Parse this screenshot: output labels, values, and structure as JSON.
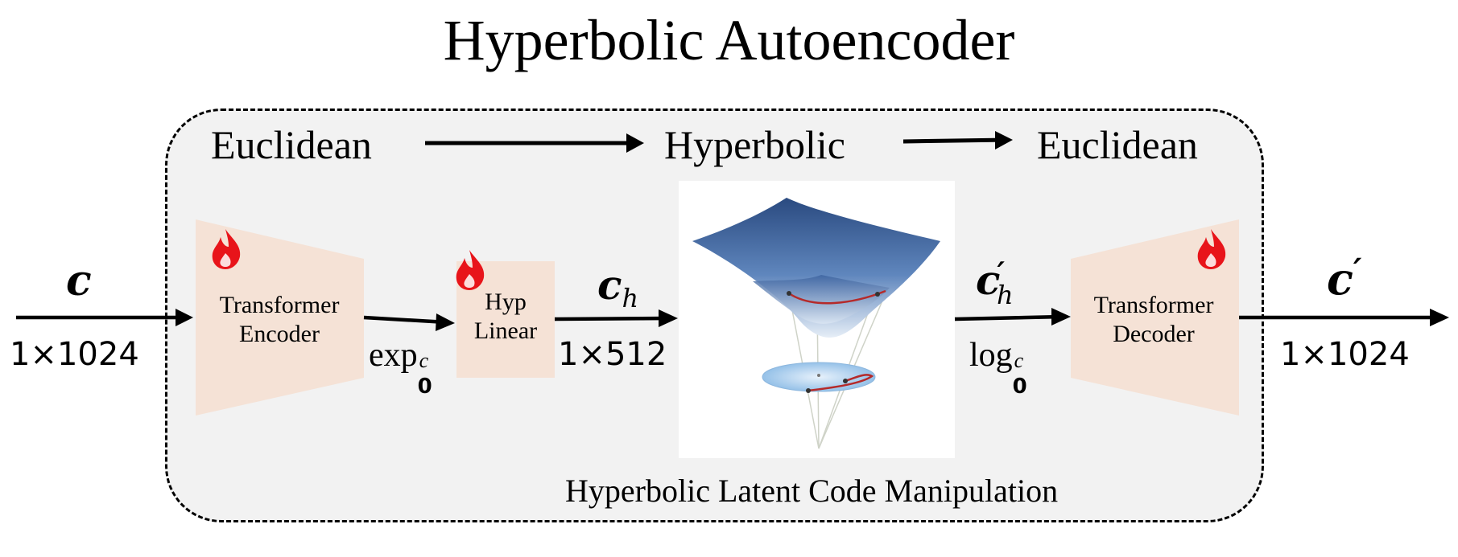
{
  "title": "Hyperbolic Autoencoder",
  "spaces": {
    "left": "Euclidean",
    "middle": "Hyperbolic",
    "right": "Euclidean"
  },
  "input": {
    "symbol": "c",
    "dim": "1×1024"
  },
  "encoder": {
    "line1": "Transformer",
    "line2": "Encoder"
  },
  "exp_map": {
    "base": "exp",
    "sup": "c",
    "sub": "0"
  },
  "hyp_linear": {
    "line1": "Hyp",
    "line2": "Linear"
  },
  "latent": {
    "symbol": "c",
    "sub": "h",
    "dim": "1×512"
  },
  "latent_prime": {
    "symbol": "c",
    "prime": "′",
    "sub": "h"
  },
  "log_map": {
    "base": "log",
    "sup": "c",
    "sub": "0"
  },
  "decoder": {
    "line1": "Transformer",
    "line2": "Decoder"
  },
  "output": {
    "symbol": "c",
    "prime": "′",
    "dim": "1×1024"
  },
  "caption": "Hyperbolic Latent Code Manipulation",
  "colors": {
    "panel_bg": "#f2f2f2",
    "block_fill": "#f5e2d6",
    "flame": "#e8141a",
    "surface_dark": "#2c4a7e",
    "surface_light": "#dfe9f4",
    "disk_fill": "#a9cdec",
    "geodesic": "#b52a2a"
  },
  "icons": [
    "flame-icon",
    "hyperboloid-illustration"
  ]
}
